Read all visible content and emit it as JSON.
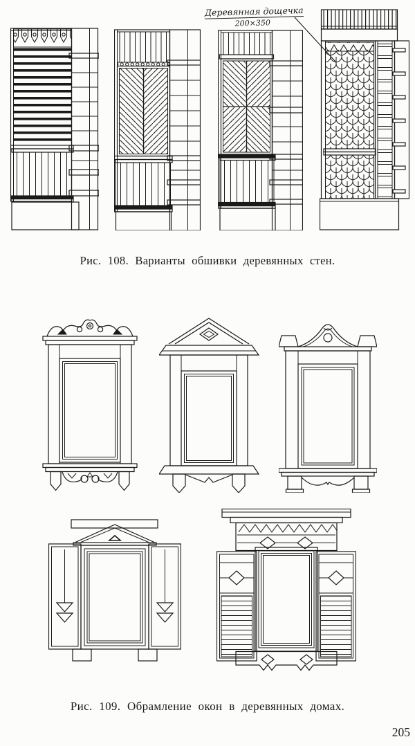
{
  "colors": {
    "ink": "#1a1a1a",
    "paper": "#fcfcfa"
  },
  "page": {
    "number": "205"
  },
  "figure_108": {
    "caption": "Рис. 108. Варианты обшивки деревянных стен.",
    "annotation": {
      "label": "Деревянная дощечка",
      "size": "200×350"
    },
    "drawings": [
      {
        "name": "cladding-horizontal-lap-siding"
      },
      {
        "name": "cladding-herringbone-boarding"
      },
      {
        "name": "cladding-diamond-chevron-boarding"
      },
      {
        "name": "cladding-fishscale-shingles"
      }
    ]
  },
  "figure_109": {
    "caption": "Рис. 109. Обрамление окон в деревянных домах.",
    "drawings": [
      {
        "name": "window-carved-scroll-crest"
      },
      {
        "name": "window-triangular-pediment"
      },
      {
        "name": "window-ogee-pediment"
      },
      {
        "name": "window-gable-and-panel-shutters"
      },
      {
        "name": "window-louvered-shutters"
      }
    ]
  }
}
